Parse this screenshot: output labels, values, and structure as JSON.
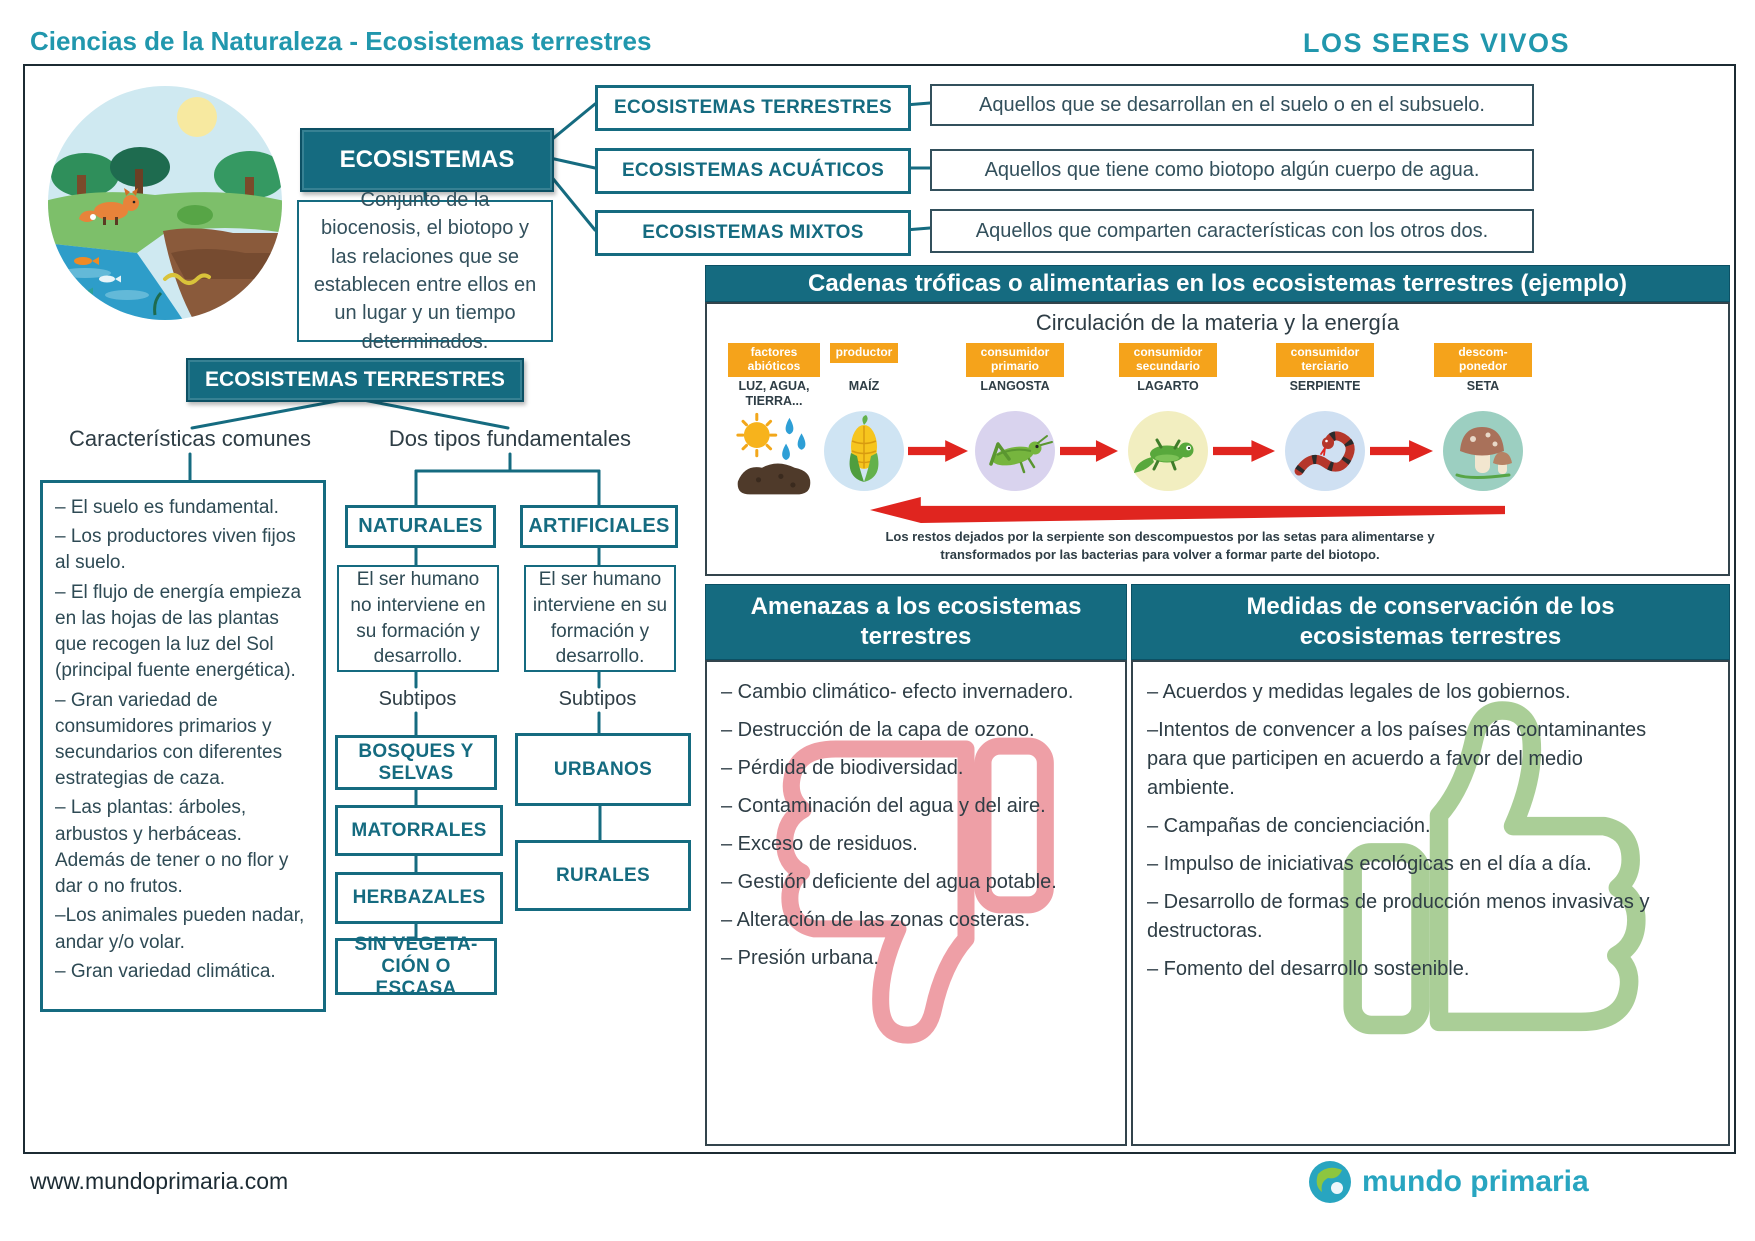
{
  "page": {
    "header_left": "Ciencias de la Naturaleza - Ecosistemas terrestres",
    "header_right": "LOS SERES VIVOS",
    "footer_url": "www.mundoprimaria.com",
    "logo_text": "mundo primaria"
  },
  "colors": {
    "teal": "#156b80",
    "teal_light": "#2197ad",
    "orange": "#f5a31b",
    "red": "#e0251f",
    "pink": "#ee9aa2",
    "green": "#a6cc92"
  },
  "icons": {
    "abiotic": "sun-water-soil-icon",
    "productor": "corn-icon",
    "consumidor_primario": "grasshopper-icon",
    "consumidor_secundario": "lizard-icon",
    "consumidor_terciario": "snake-icon",
    "descomponedor": "mushroom-icon",
    "amenazas_bg": "thumbs-down-icon",
    "medidas_bg": "thumbs-up-icon",
    "logo": "globe-icon"
  },
  "ecosistemas": {
    "title": "ECOSISTEMAS",
    "definition": "Conjunto de la biocenosis, el biotopo y las relaciones que se establecen entre ellos en un lugar y un tiempo determinados.",
    "types": [
      {
        "label": "ECOSISTEMAS TERRESTRES",
        "description": "Aquellos que se desarrollan en el suelo o en el subsuelo."
      },
      {
        "label": "ECOSISTEMAS ACUÁTICOS",
        "description": "Aquellos que tiene como biotopo algún cuerpo de agua."
      },
      {
        "label": "ECOSISTEMAS MIXTOS",
        "description": "Aquellos que comparten características con los otros dos."
      }
    ]
  },
  "terrestres": {
    "title": "ECOSISTEMAS TERRESTRES",
    "left_branch": "Características comunes",
    "right_branch": "Dos tipos fundamentales",
    "caracteristicas": [
      "– El suelo es fundamental.",
      "– Los productores viven fijos al suelo.",
      "– El flujo de energía empieza en las hojas de las plantas que recogen la luz del Sol (principal fuente energética).",
      "– Gran variedad de consumidores primarios y secundarios con diferentes estrategias de caza.",
      "– Las plantas: árboles, arbustos y herbáceas. Además de tener o no flor y dar o no frutos.",
      "–Los animales pueden nadar, andar y/o volar.",
      "– Gran variedad climática."
    ],
    "naturales": {
      "label": "NATURALES",
      "description": "El ser humano no interviene en su formación y desarrollo.",
      "subtipos_label": "Subtipos",
      "subtipos": [
        "BOSQUES Y SELVAS",
        "MATORRALES",
        "HERBAZALES",
        "SIN VEGETA-CIÓN O ESCASA"
      ]
    },
    "artificiales": {
      "label": "ARTIFICIALES",
      "description": "El ser humano interviene en su formación y desarrollo.",
      "subtipos_label": "Subtipos",
      "subtipos": [
        "URBANOS",
        "RURALES"
      ]
    }
  },
  "cadena": {
    "header": "Cadenas tróficas o alimentarias en los ecosistemas terrestres (ejemplo)",
    "subtitle": "Circulación de la materia y la energía",
    "steps": [
      {
        "role": "factores abióticos",
        "name": "LUZ, AGUA, TIERRA..."
      },
      {
        "role": "productor",
        "name": "MAÍZ"
      },
      {
        "role": "consumidor primario",
        "name": "LANGOSTA"
      },
      {
        "role": "consumidor secundario",
        "name": "LAGARTO"
      },
      {
        "role": "consumidor terciario",
        "name": "SERPIENTE"
      },
      {
        "role": "descom- ponedor",
        "name": "SETA"
      }
    ],
    "return_note": "Los restos dejados por la serpiente son descompuestos por las setas para alimentarse y transformados por las bacterias para volver a formar parte del biotopo."
  },
  "amenazas": {
    "title": "Amenazas a los ecosistemas terrestres",
    "items": [
      "– Cambio climático- efecto invernadero.",
      "– Destrucción de la capa de ozono.",
      "– Pérdida de biodiversidad.",
      "– Contaminación del agua y del aire.",
      "– Exceso de residuos.",
      "– Gestión deficiente del agua potable.",
      "– Alteración de las zonas costeras.",
      "– Presión urbana."
    ]
  },
  "medidas": {
    "title": "Medidas de conservación de los ecosistemas terrestres",
    "items": [
      "– Acuerdos y medidas legales de los gobiernos.",
      "–Intentos de convencer a los países más contaminantes para que participen en acuerdo a favor del medio ambiente.",
      "– Campañas de concienciación.",
      "– Impulso de iniciativas ecológicas en el día a día.",
      "– Desarrollo de formas de producción menos invasivas y destructoras.",
      "– Fomento del desarrollo sostenible."
    ]
  }
}
